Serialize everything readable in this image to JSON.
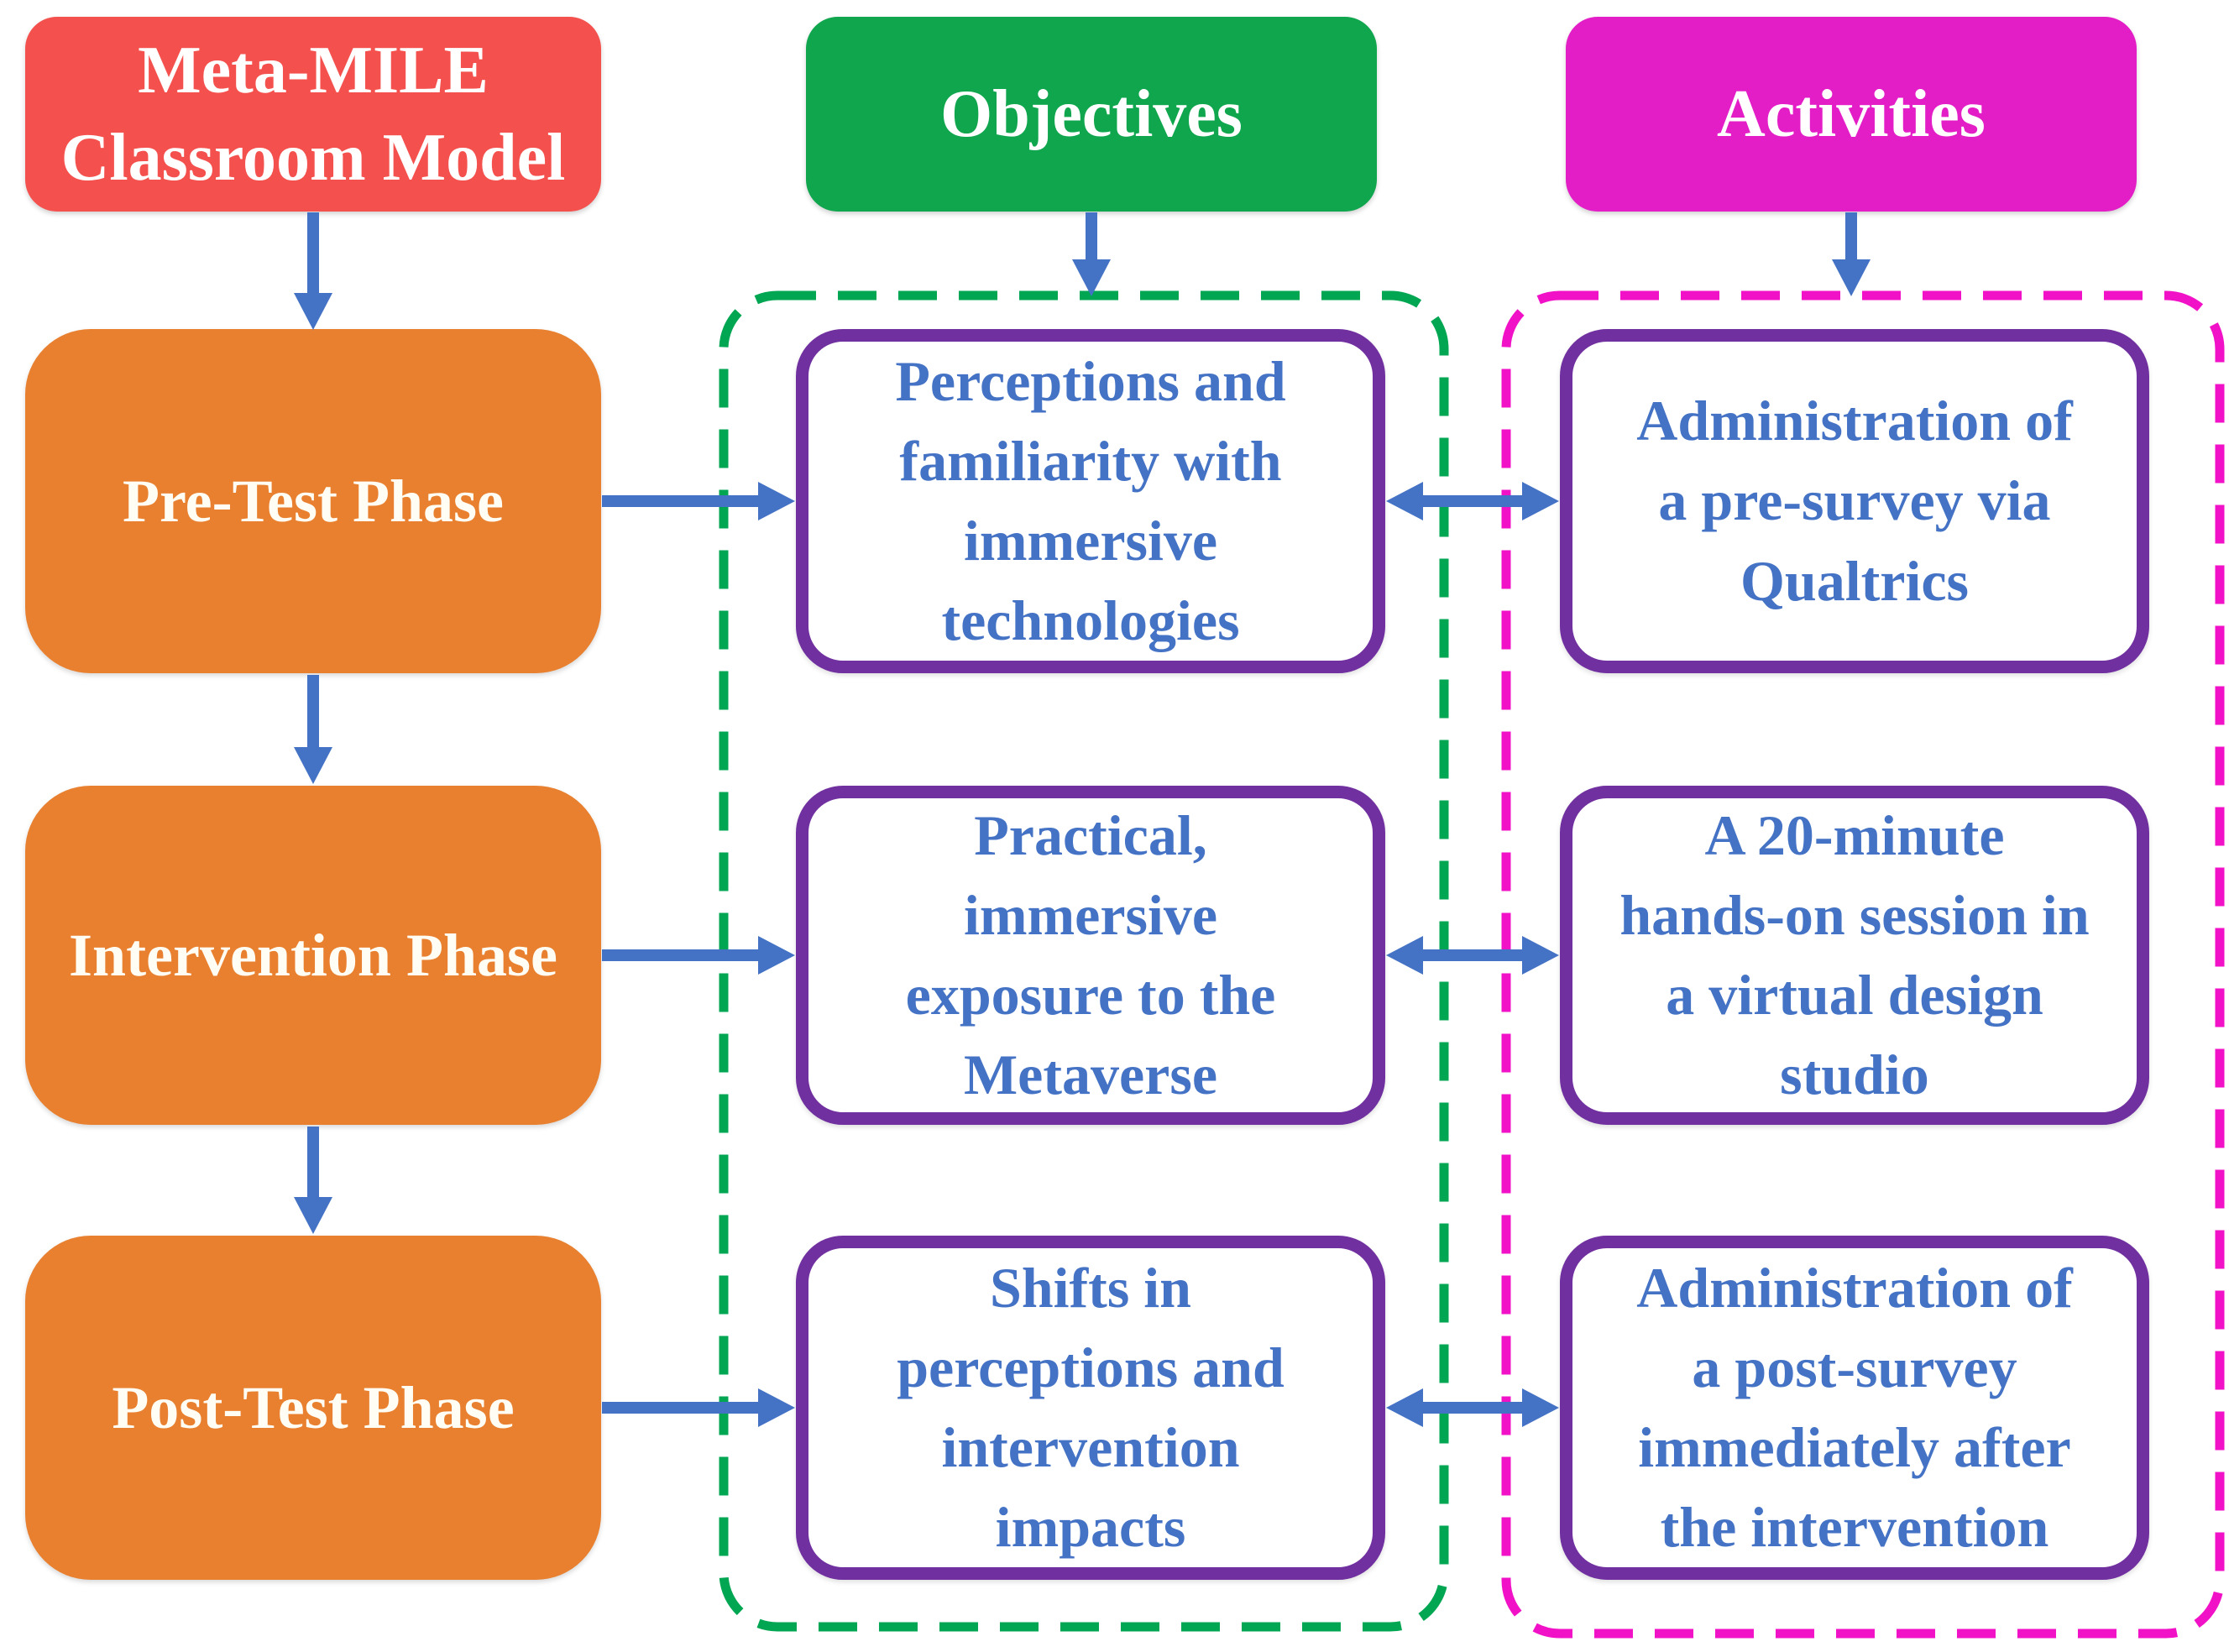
{
  "figure": {
    "columns": {
      "model": {
        "title": "Meta-MILE\nClassroom Model"
      },
      "objectives": {
        "title": "Objectives"
      },
      "activities": {
        "title": "Activities"
      }
    },
    "rows": [
      {
        "phase": "Pre-Test Phase",
        "objective": "Perceptions and\nfamiliarity with\nimmersive\ntechnologies",
        "activity": "Administration of\na pre-survey via\nQualtrics"
      },
      {
        "phase": "Intervention Phase",
        "objective": "Practical,\nimmersive\nexposure to the\nMetaverse",
        "activity": "A 20-minute\nhands-on session in\na virtual design\nstudio"
      },
      {
        "phase": "Post-Test Phase",
        "objective": "Shifts in\nperceptions and\nintervention\nimpacts",
        "activity": "Administration of\na post-survey\nimmediately after\nthe intervention"
      }
    ]
  },
  "colors": {
    "model_header": "#F4514E",
    "objectives_header": "#0FA64D",
    "activities_header": "#E31EC6",
    "phase_box": "#E8802F",
    "content_border": "#7030A0",
    "content_text": "#4472C4",
    "arrow": "#4472C4",
    "objectives_outline": "#00A651",
    "activities_outline": "#F112C7"
  }
}
